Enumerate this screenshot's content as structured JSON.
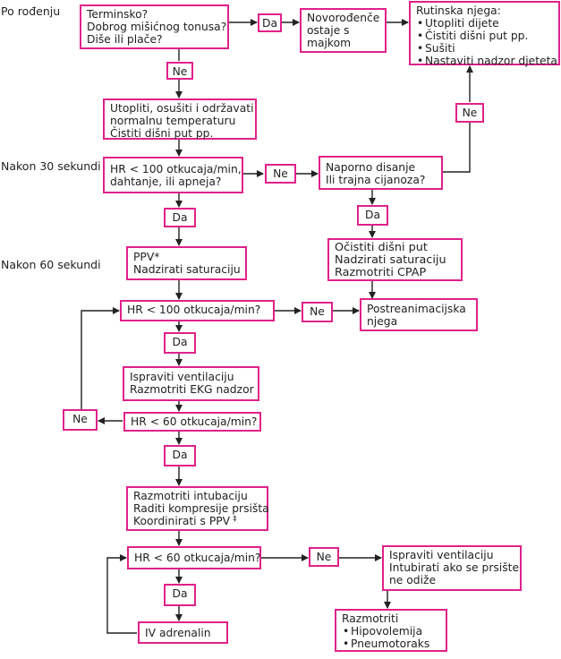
{
  "time_labels": {
    "birth": "Po rođenju",
    "sec30": "Nakon 30 sekundi",
    "sec60": "Nakon 60 sekundi"
  },
  "boxes": {
    "assessment": [
      "Terminsko?",
      "Dobrog mišićnog tonusa?",
      "Diše ili plače?"
    ],
    "yes_1": "Da",
    "stay_with_mother": [
      "Novorođenče",
      "ostaje s",
      "majkom"
    ],
    "routine_care": {
      "title": "Rutinska njega:",
      "items": [
        "Utopliti dijete",
        "Čistiti dišni put pp.",
        "Sušiti",
        "Nastaviti nadzor djeteta"
      ]
    },
    "no_1": "Ne",
    "warm_dry": [
      "Utopliti, osušiti i održavati",
      "normalnu temperaturu",
      "Čistiti dišni put pp."
    ],
    "no_right": "Ne",
    "hr100_apnea": [
      "HR < 100 otkucaja/min,",
      "dahtanje, ili apneja?"
    ],
    "no_2": "Ne",
    "labored": [
      "Naporno disanje",
      "Ili trajna cijanoza?"
    ],
    "yes_2": "Da",
    "yes_3": "Da",
    "clear_airway": [
      "Očistiti dišni put",
      "Nadzirati saturaciju",
      "Razmotriti CPAP"
    ],
    "ppv": [
      "PPV*",
      "Nadzirati saturaciju"
    ],
    "hr100": "HR < 100 otkucaja/min?",
    "no_3": "Ne",
    "post_resus": [
      "Postreanimacijska",
      "njega"
    ],
    "yes_4": "Da",
    "fix_vent": [
      "Ispraviti ventilaciju",
      "Razmotriti EKG nadzor"
    ],
    "hr60_a": "HR < 60 otkucaja/min?",
    "no_4": "Ne",
    "yes_5": "Da",
    "intubation": {
      "lines": [
        "Razmotriti intubaciju",
        "Raditi kompresije prsišta",
        "Koordinirati s PPV"
      ],
      "mark": "‡"
    },
    "hr60_b": "HR < 60 otkucaja/min?",
    "no_5": "Ne",
    "fix_vent_2": [
      "Ispraviti ventilaciju",
      "Intubirati ako se prsište",
      "ne odiže"
    ],
    "yes_6": "Da",
    "adrenaline": "IV adrenalin",
    "consider": {
      "title": "Razmotriti",
      "items": [
        "Hipovolemija",
        "Pneumotoraks"
      ]
    }
  },
  "colors": {
    "box_border": "#e0218a",
    "line": "#222222"
  }
}
